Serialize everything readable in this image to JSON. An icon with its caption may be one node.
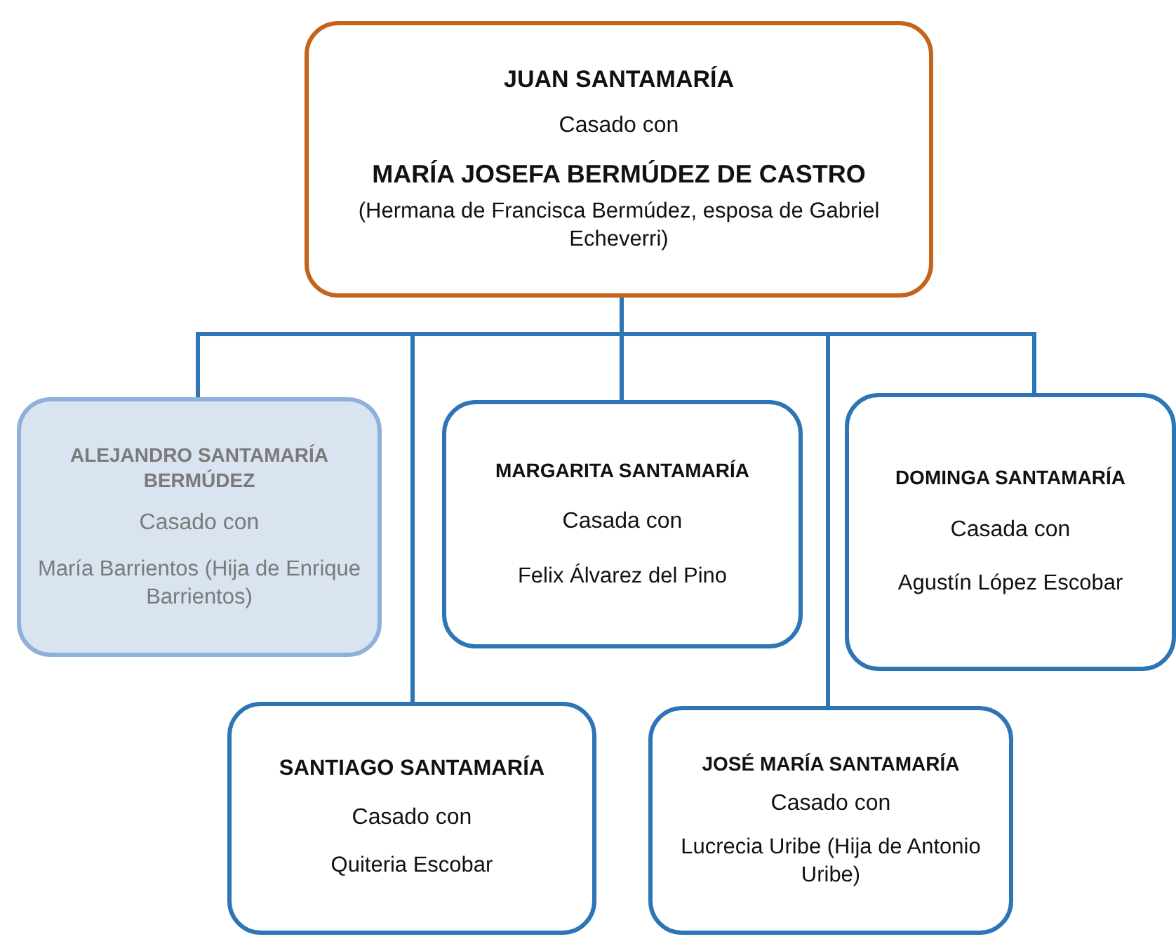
{
  "diagram": {
    "nodes": [
      {
        "text": [
          "JUAN SANTAMARÍA",
          "Casado con",
          "MARÍA JOSEFA BERMÚDEZ DE CASTRO",
          "(Hermana de Francisca Bermúdez, esposa de Gabriel Echeverri)"
        ]
      },
      {
        "text": [
          "ALEJANDRO SANTAMARÍA BERMÚDEZ",
          "Casado con",
          "María Barrientos (Hija de Enrique Barrientos)"
        ]
      },
      {
        "text": [
          "MARGARITA SANTAMARÍA",
          "Casada con",
          "Felix Álvarez del Pino"
        ]
      },
      {
        "text": [
          "DOMINGA SANTAMARÍA",
          "Casada con",
          "Agustín López Escobar"
        ]
      },
      {
        "text": [
          "SANTIAGO SANTAMARÍA",
          "Casado con",
          "Quiteria Escobar"
        ]
      },
      {
        "text": [
          "JOSÉ MARÍA SANTAMARÍA",
          "Casado con",
          "Lucrecia Uribe (Hija de  Antonio Uribe)"
        ]
      }
    ],
    "edges": [
      {
        "from": 0,
        "to": 1,
        "arrow": "none"
      },
      {
        "from": 0,
        "to": 2,
        "arrow": "none"
      },
      {
        "from": 0,
        "to": 3,
        "arrow": "none"
      },
      {
        "from": 0,
        "to": 4,
        "arrow": "none"
      },
      {
        "from": 0,
        "to": 5,
        "arrow": "none"
      }
    ]
  }
}
